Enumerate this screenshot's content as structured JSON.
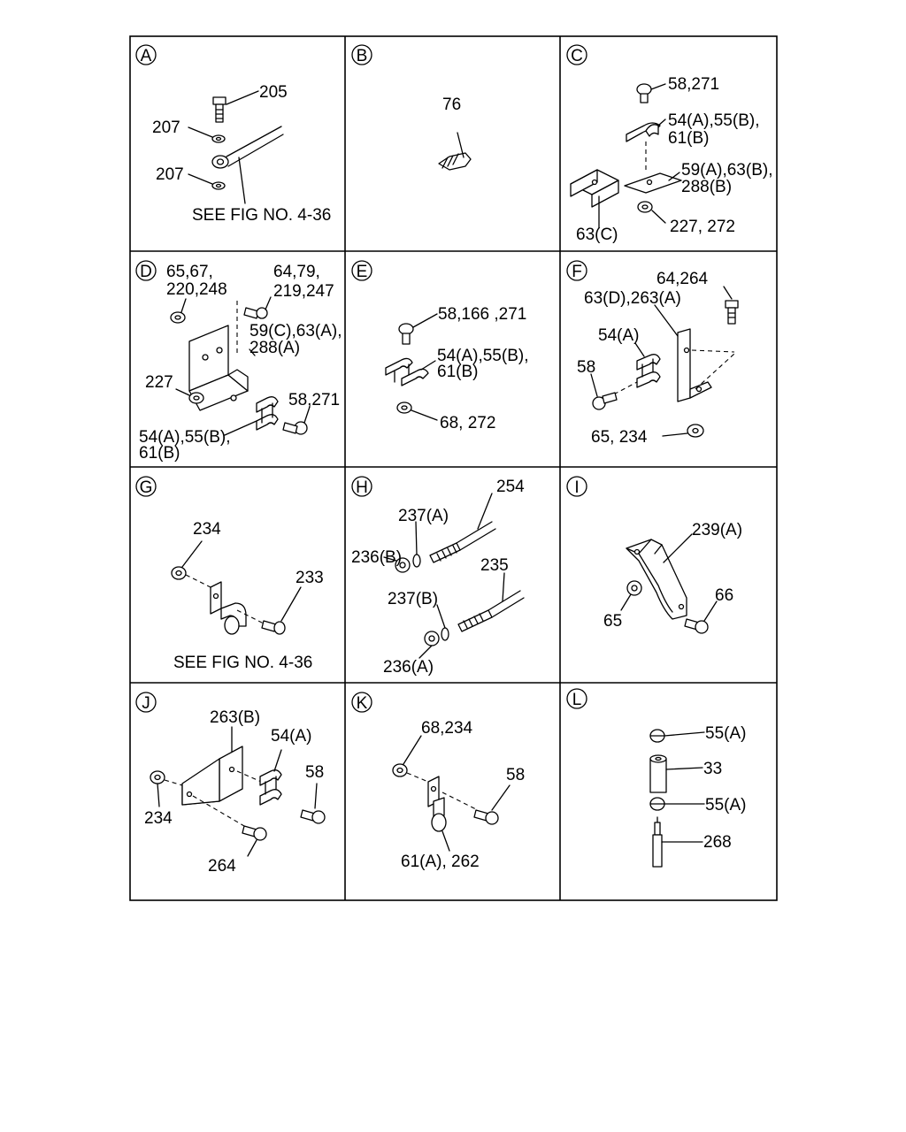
{
  "panels": [
    {
      "id": "A",
      "labels": [
        "205",
        "207",
        "207",
        "SEE FIG NO. 4-36"
      ]
    },
    {
      "id": "B",
      "labels": [
        "76"
      ]
    },
    {
      "id": "C",
      "labels": [
        "58,271",
        "54(A),55(B),",
        "61(B)",
        "59(A),63(B),",
        "288(B)",
        "63(C)",
        "227, 272"
      ]
    },
    {
      "id": "D",
      "labels": [
        "65,67,",
        "220,248",
        "64,79,",
        "219,247",
        "59(C),63(A),",
        "288(A)",
        "227",
        "58,271",
        "54(A),55(B),",
        "61(B)"
      ]
    },
    {
      "id": "E",
      "labels": [
        "58,166 ,271",
        "54(A),55(B),",
        "61(B)",
        "68, 272"
      ]
    },
    {
      "id": "F",
      "labels": [
        "64,264",
        "63(D),263(A)",
        "54(A)",
        "58",
        "65, 234"
      ]
    },
    {
      "id": "G",
      "labels": [
        "234",
        "233",
        "SEE FIG NO. 4-36"
      ]
    },
    {
      "id": "H",
      "labels": [
        "254",
        "237(A)",
        "236(B)",
        "235",
        "237(B)",
        "236(A)"
      ]
    },
    {
      "id": "I",
      "labels": [
        "239(A)",
        "66",
        "65"
      ]
    },
    {
      "id": "J",
      "labels": [
        "263(B)",
        "54(A)",
        "58",
        "234",
        "264"
      ]
    },
    {
      "id": "K",
      "labels": [
        "68,234",
        "58",
        "61(A), 262"
      ]
    },
    {
      "id": "L",
      "labels": [
        "55(A)",
        "33",
        "55(A)",
        "268"
      ]
    }
  ]
}
